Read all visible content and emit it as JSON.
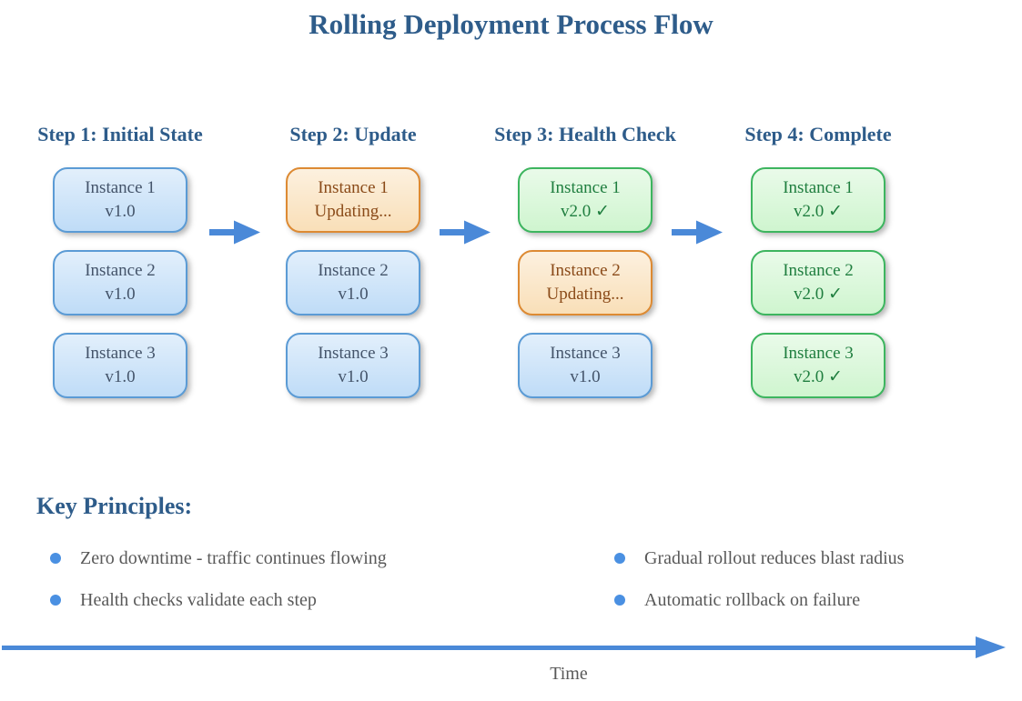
{
  "title": "Rolling Deployment Process Flow",
  "colors": {
    "heading": "#2E5C8A",
    "arrow": "#4A89D8",
    "bullet": "#4A90E2",
    "text_gray": "#595959",
    "blue_fill": "#BFDCF7",
    "blue_border": "#5B9BD5",
    "blue_text": "#44546A",
    "orange_fill": "#F9DFB8",
    "orange_border": "#DD8A33",
    "orange_text": "#8A4A18",
    "green_fill": "#CFF5CF",
    "green_border": "#3DB55F",
    "green_text": "#1F7E3F"
  },
  "steps": [
    {
      "label": "Step 1: Initial State",
      "instances": [
        {
          "name": "Instance 1",
          "status": "v1.0",
          "state": "blue"
        },
        {
          "name": "Instance 2",
          "status": "v1.0",
          "state": "blue"
        },
        {
          "name": "Instance 3",
          "status": "v1.0",
          "state": "blue"
        }
      ]
    },
    {
      "label": "Step 2: Update",
      "instances": [
        {
          "name": "Instance 1",
          "status": "Updating...",
          "state": "orange"
        },
        {
          "name": "Instance 2",
          "status": "v1.0",
          "state": "blue"
        },
        {
          "name": "Instance 3",
          "status": "v1.0",
          "state": "blue"
        }
      ]
    },
    {
      "label": "Step 3: Health Check",
      "instances": [
        {
          "name": "Instance 1",
          "status": "v2.0 ✓",
          "state": "green"
        },
        {
          "name": "Instance 2",
          "status": "Updating...",
          "state": "orange"
        },
        {
          "name": "Instance 3",
          "status": "v1.0",
          "state": "blue"
        }
      ]
    },
    {
      "label": "Step 4: Complete",
      "instances": [
        {
          "name": "Instance 1",
          "status": "v2.0 ✓",
          "state": "green"
        },
        {
          "name": "Instance 2",
          "status": "v2.0 ✓",
          "state": "green"
        },
        {
          "name": "Instance 3",
          "status": "v2.0 ✓",
          "state": "green"
        }
      ]
    }
  ],
  "key_principles": {
    "heading": "Key Principles:",
    "left": [
      "Zero downtime - traffic continues flowing",
      "Health checks validate each step"
    ],
    "right": [
      "Gradual rollout reduces blast radius",
      "Automatic rollback on failure"
    ]
  },
  "time_axis": {
    "label": "Time"
  }
}
